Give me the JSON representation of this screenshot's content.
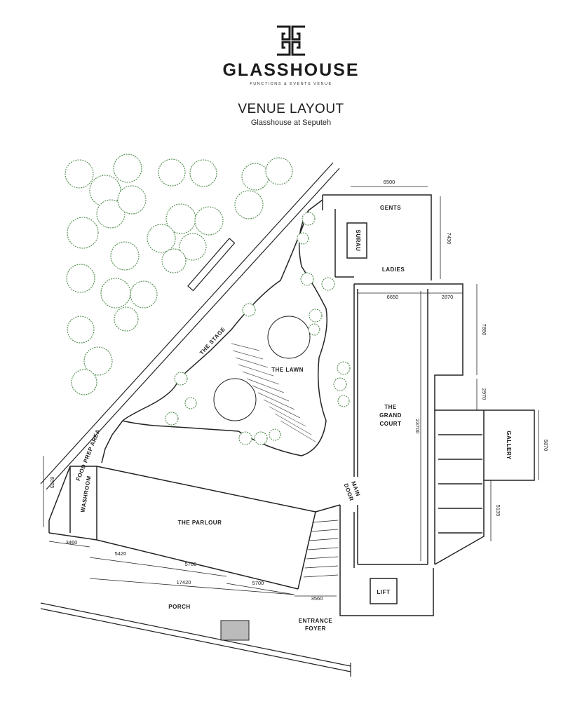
{
  "header": {
    "brand": "GLASSHOUSE",
    "tagline": "FUNCTIONS & EVENTS VENUE",
    "title": "VENUE LAYOUT",
    "subtitle": "Glasshouse at Seputeh"
  },
  "rooms": {
    "gents": "GENTS",
    "surau": "SURAU",
    "ladies": "LADIES",
    "stage": "THE STAGE",
    "lawn": "THE LAWN",
    "grand_court_1": "THE",
    "grand_court_2": "GRAND",
    "grand_court_3": "COURT",
    "gallery": "GALLERY",
    "food_prep": "FOOD PREP AREA",
    "washroom": "WASHROOM",
    "parlour": "THE PARLOUR",
    "main_door_1": "MAIN",
    "main_door_2": "DOOR",
    "lift": "LIFT",
    "porch": "PORCH",
    "entrance_1": "ENTRANCE",
    "entrance_2": "FOYER"
  },
  "dimensions": {
    "d6500": "6500",
    "d7430": "7430",
    "d6650": "6650",
    "d2870": "2870",
    "d7850": "7850",
    "d2970": "2970",
    "d23700": "23700",
    "d5870": "5870",
    "d5135": "5135",
    "d6575": "6575",
    "d3460": "3460",
    "d5420": "5420",
    "d5700a": "5700",
    "d17420": "17420",
    "d5700b": "5700",
    "d3560": "3560"
  },
  "colors": {
    "tree": "#4f8a4a",
    "line": "#222222"
  }
}
